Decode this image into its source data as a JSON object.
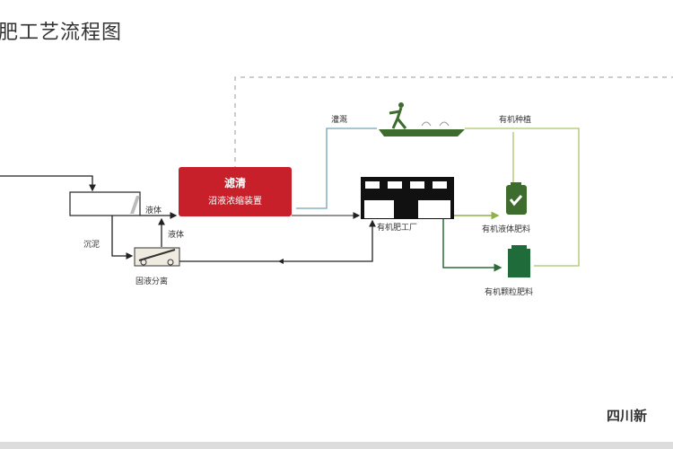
{
  "title": "肥工艺流程图",
  "brand": "四川新",
  "nodes": {
    "filter_main": "滤清",
    "filter_sub": "沼液浓缩装置",
    "liquid_top": "液体",
    "liquid_bottom": "液体",
    "sludge": "沉泥",
    "separation": "固液分离",
    "irrigation": "灌溉",
    "organic_planting": "有机种植",
    "factory": "有机肥工厂",
    "liquid_fertilizer": "有机液体肥料",
    "granular_fertilizer": "有机颗粒肥料"
  },
  "colors": {
    "red": "#c8202a",
    "green": "#3e6b2e",
    "blue": "#6fa3b8",
    "lime": "#a9c46a"
  }
}
